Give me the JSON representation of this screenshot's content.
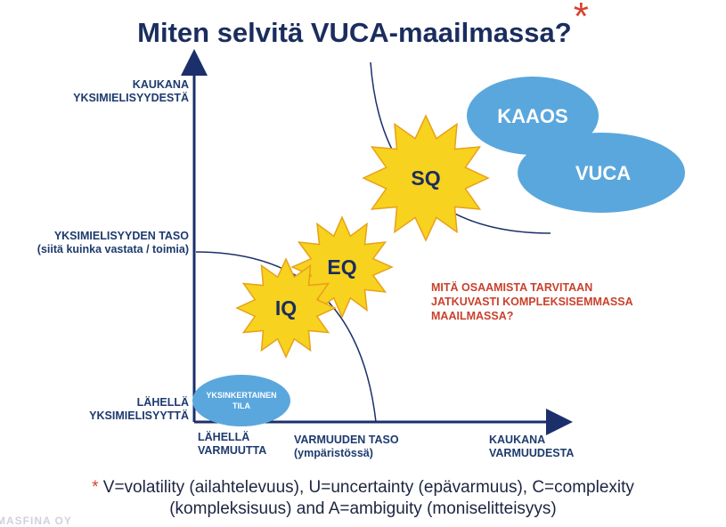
{
  "title": {
    "text": "Miten selvitä VUCA-maailmassa?",
    "star": "*"
  },
  "y_axis": {
    "top_label_1": "KAUKANA",
    "top_label_2": "YKSIMIELISYYDESTÄ",
    "mid_label_1": "YKSIMIELISYYDEN TASO",
    "mid_label_2": "(siitä kuinka vastata / toimia)",
    "low_label_1": "LÄHELLÄ",
    "low_label_2": "YKSIMIELISYYTTÄ"
  },
  "x_axis": {
    "left_label_1": "LÄHELLÄ",
    "left_label_2": "VARMUUTTA",
    "mid_label_1": "VARMUUDEN TASO",
    "mid_label_2": "(ympäristössä)",
    "right_label_1": "KAUKANA",
    "right_label_2": "VARMUUDESTA"
  },
  "shapes": {
    "iq": "IQ",
    "eq": "EQ",
    "sq": "SQ",
    "kaaos": "KAAOS",
    "vuca": "VUCA",
    "simple_1": "YKSINKERTAINEN",
    "simple_2": "TILA"
  },
  "question": {
    "line1": "MITÄ OSAAMISTA TARVITAAN",
    "line2": "JATKUVASTI KOMPLEKSISEMMASSA",
    "line3": "MAAILMASSA?"
  },
  "footnote": {
    "star": "*",
    "line1": " V=volatility (ailahtelevuus), U=uncertainty (epävarmuus), C=complexity",
    "line2": "(kompleksisuus) and A=ambiguity (moniselitteisyys)"
  },
  "watermark": "MASFINA OY",
  "colors": {
    "title": "#1a2d5e",
    "axis": "#1b2f6b",
    "star_fill": "#f7d21e",
    "star_stroke": "#e8a11a",
    "ellipse": "#5aa7dd",
    "question": "#c9412c",
    "asterisk": "#d8412f"
  }
}
